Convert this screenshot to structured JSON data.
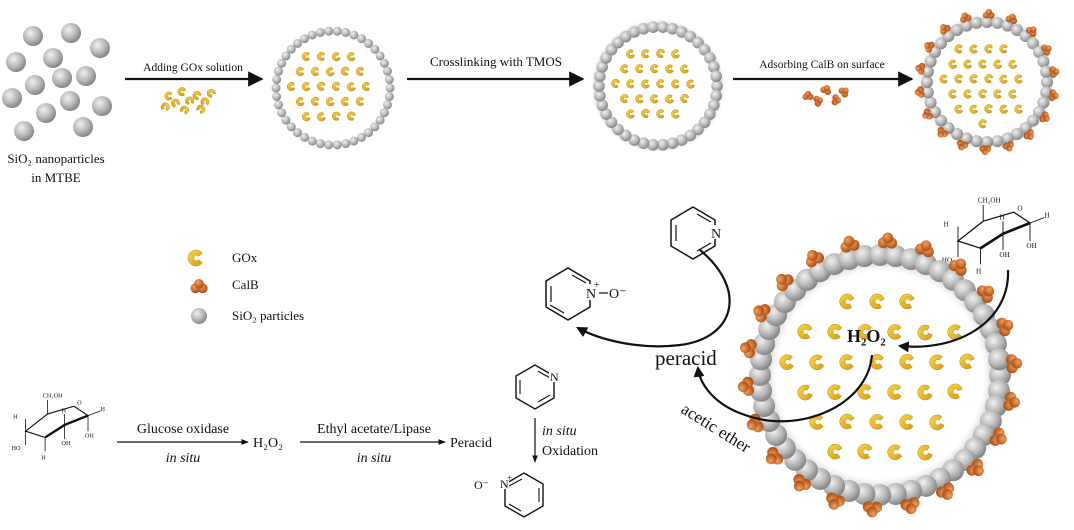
{
  "top_row": {
    "start_label_line1": "SiO₂ nanoparticles",
    "start_label_line2": "in MTBE",
    "step1_label": "Adding GOx solution",
    "step2_label": "Crosslinking with TMOS",
    "step3_label": "Adsorbing CalB on surface"
  },
  "legend": {
    "gox": "GOx",
    "calb": "CalB",
    "sio2": "SiO₂ particles"
  },
  "bottom_scheme": {
    "arrow1_top": "Glucose oxidase",
    "arrow1_bottom": "in situ",
    "h2o2": "H₂O₂",
    "arrow2_top": "Ethyl acetate/Lipase",
    "arrow2_bottom": "in situ",
    "peracid": "Peracid",
    "vertical_italic": "in situ",
    "vertical_label": "Oxidation"
  },
  "cycle": {
    "h2o2": "H₂O₂",
    "peracid": "peracid",
    "acetic_ether": "acetic ether"
  },
  "chem_text": {
    "n": "N",
    "n_plus": "+",
    "o_minus": "O⁻",
    "ch2oh": "CH₂OH",
    "o": "O",
    "h": "H",
    "ho": "HO",
    "oh": "OH"
  },
  "colors": {
    "sio2": "#b3b3b3",
    "gox": "#e8b820",
    "calb": "#c0601c",
    "arrow": "#111111"
  }
}
